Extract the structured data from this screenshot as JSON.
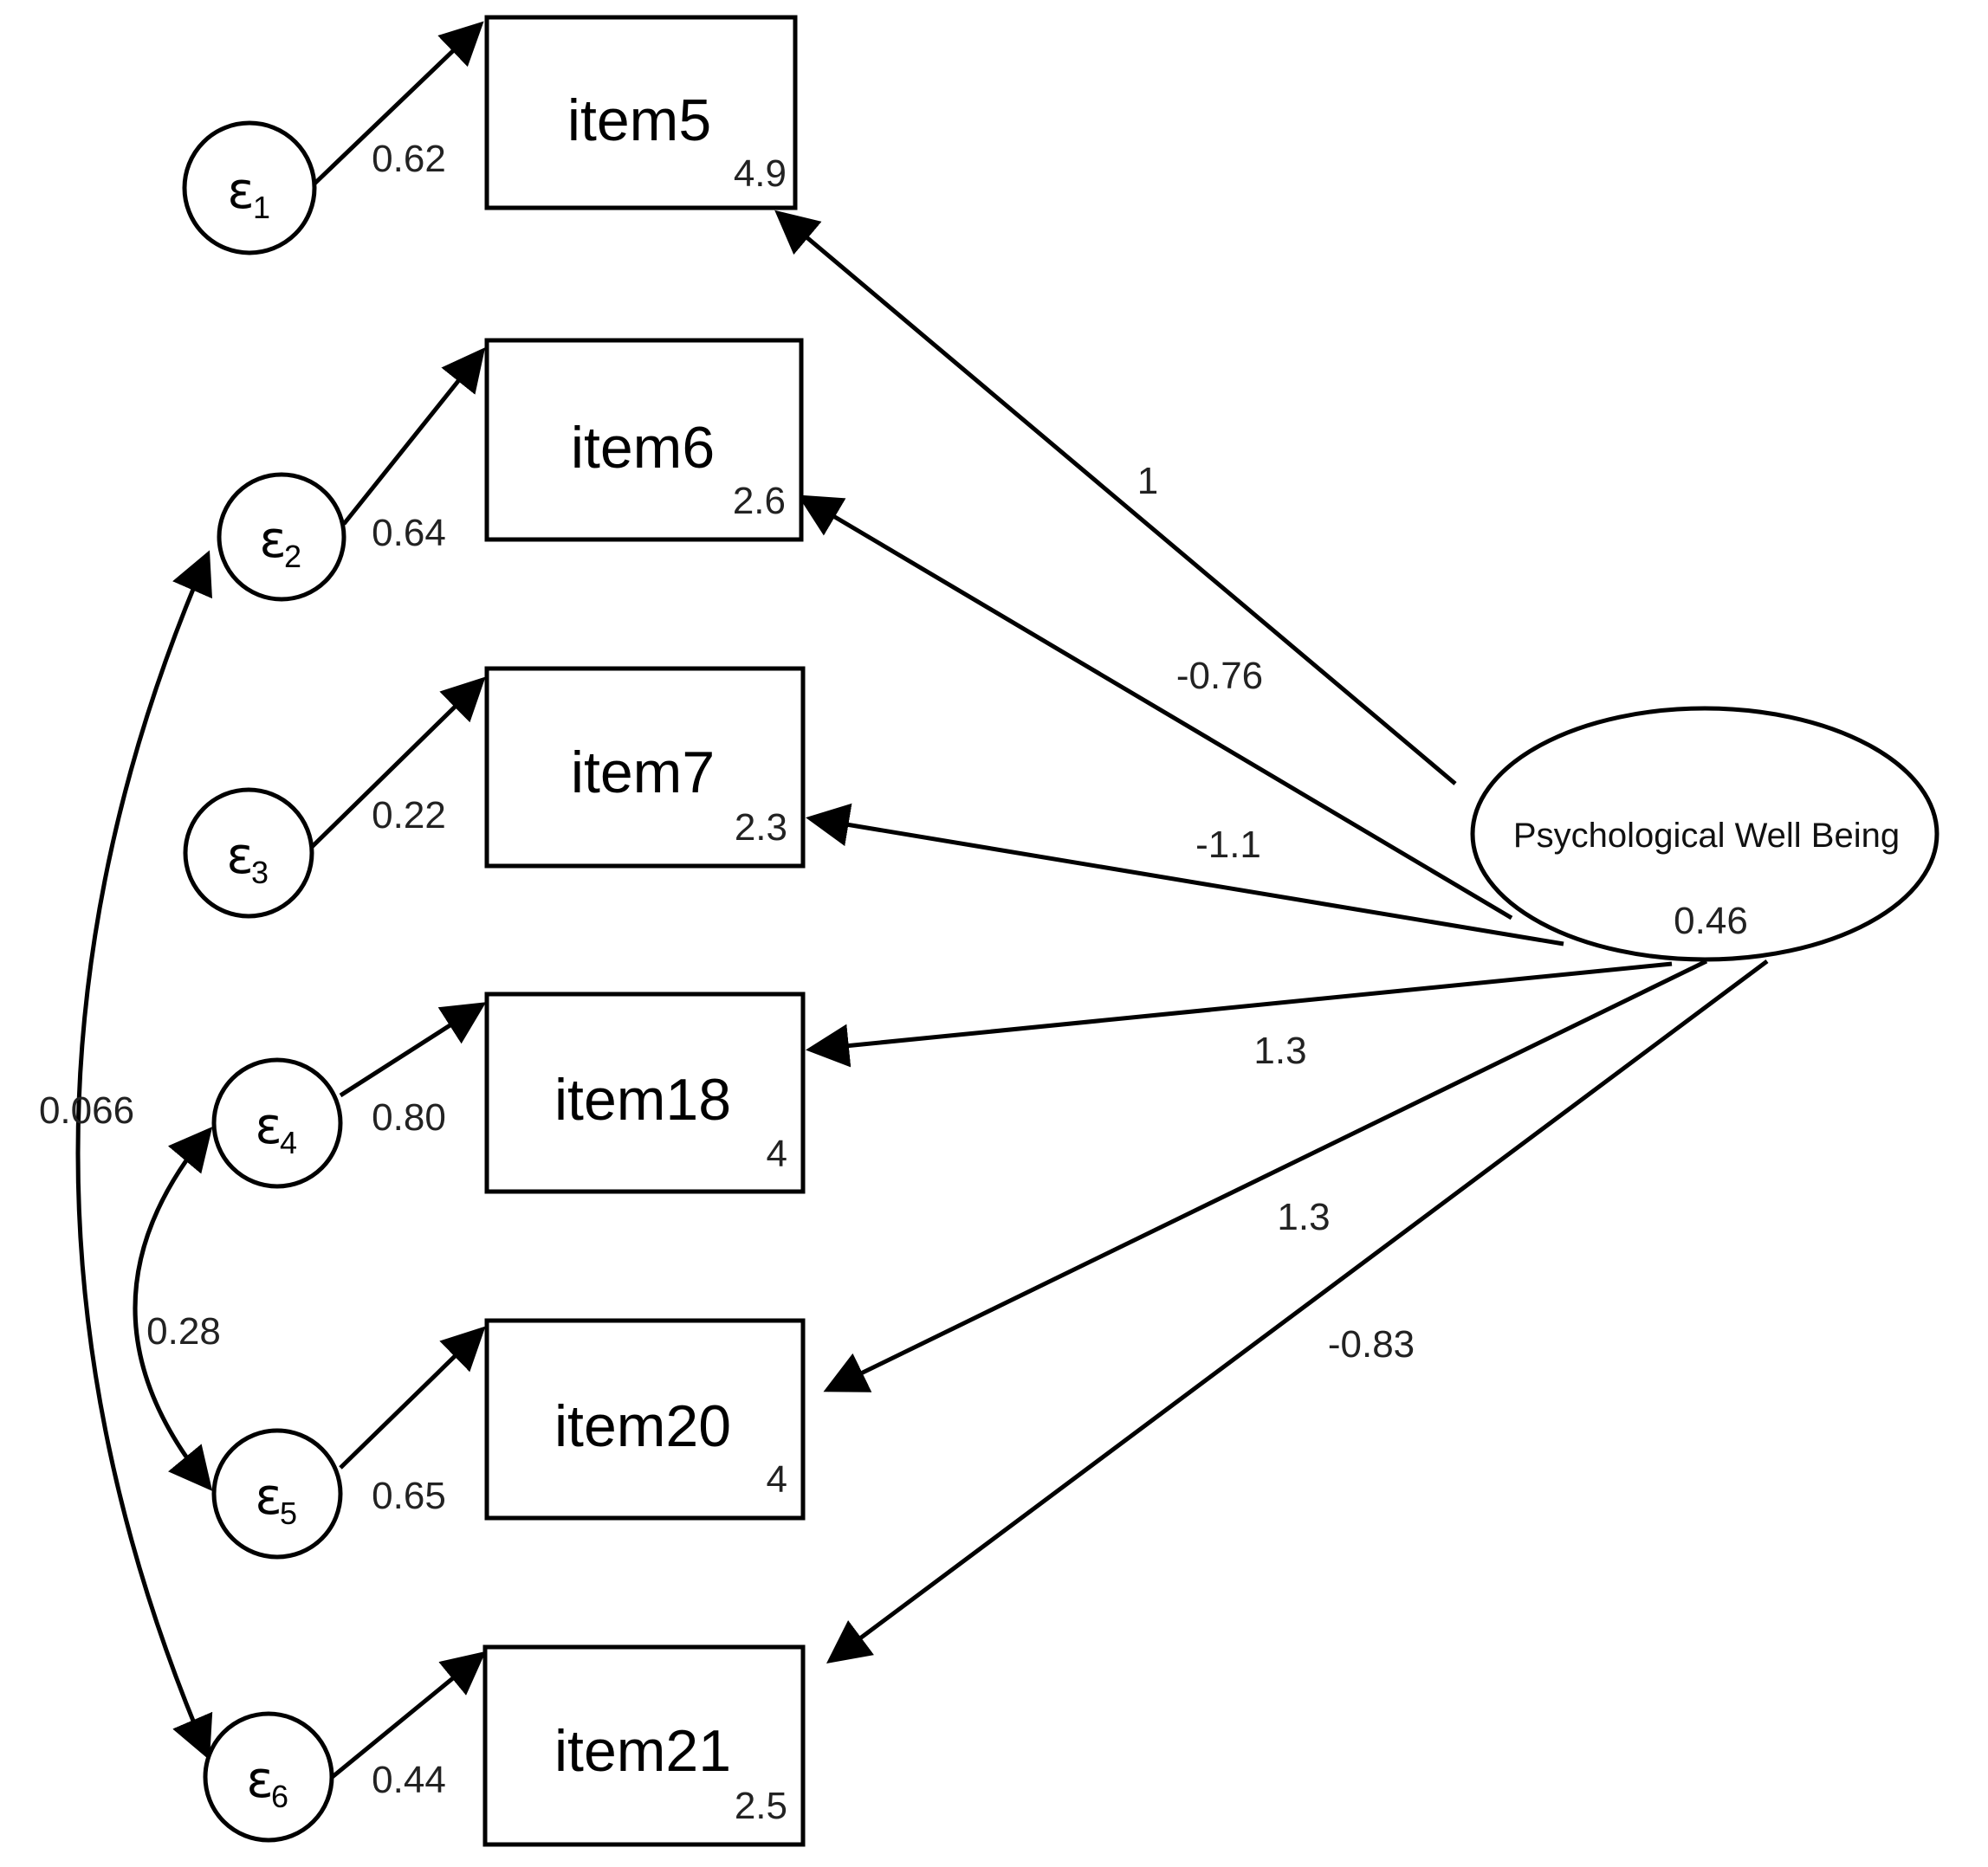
{
  "diagram": {
    "latent": {
      "label": "Psychological Well Being",
      "variance": "0.46"
    },
    "items": [
      {
        "label": "item5",
        "intercept": "4.9",
        "loading": "1",
        "error": "ε",
        "error_index": "1",
        "error_variance": "0.62"
      },
      {
        "label": "item6",
        "intercept": "2.6",
        "loading": "-0.76",
        "error": "ε",
        "error_index": "2",
        "error_variance": "0.64"
      },
      {
        "label": "item7",
        "intercept": "2.3",
        "loading": "-1.1",
        "error": "ε",
        "error_index": "3",
        "error_variance": "0.22"
      },
      {
        "label": "item18",
        "intercept": "4",
        "loading": "1.3",
        "error": "ε",
        "error_index": "4",
        "error_variance": "0.80"
      },
      {
        "label": "item20",
        "intercept": "4",
        "loading": "1.3",
        "error": "ε",
        "error_index": "5",
        "error_variance": "0.65"
      },
      {
        "label": "item21",
        "intercept": "2.5",
        "loading": "-0.83",
        "error": "ε",
        "error_index": "6",
        "error_variance": "0.44"
      }
    ],
    "covariances": [
      {
        "between": "ε2-ε6",
        "value": "0.066"
      },
      {
        "between": "ε4-ε5",
        "value": "0.28"
      }
    ]
  }
}
